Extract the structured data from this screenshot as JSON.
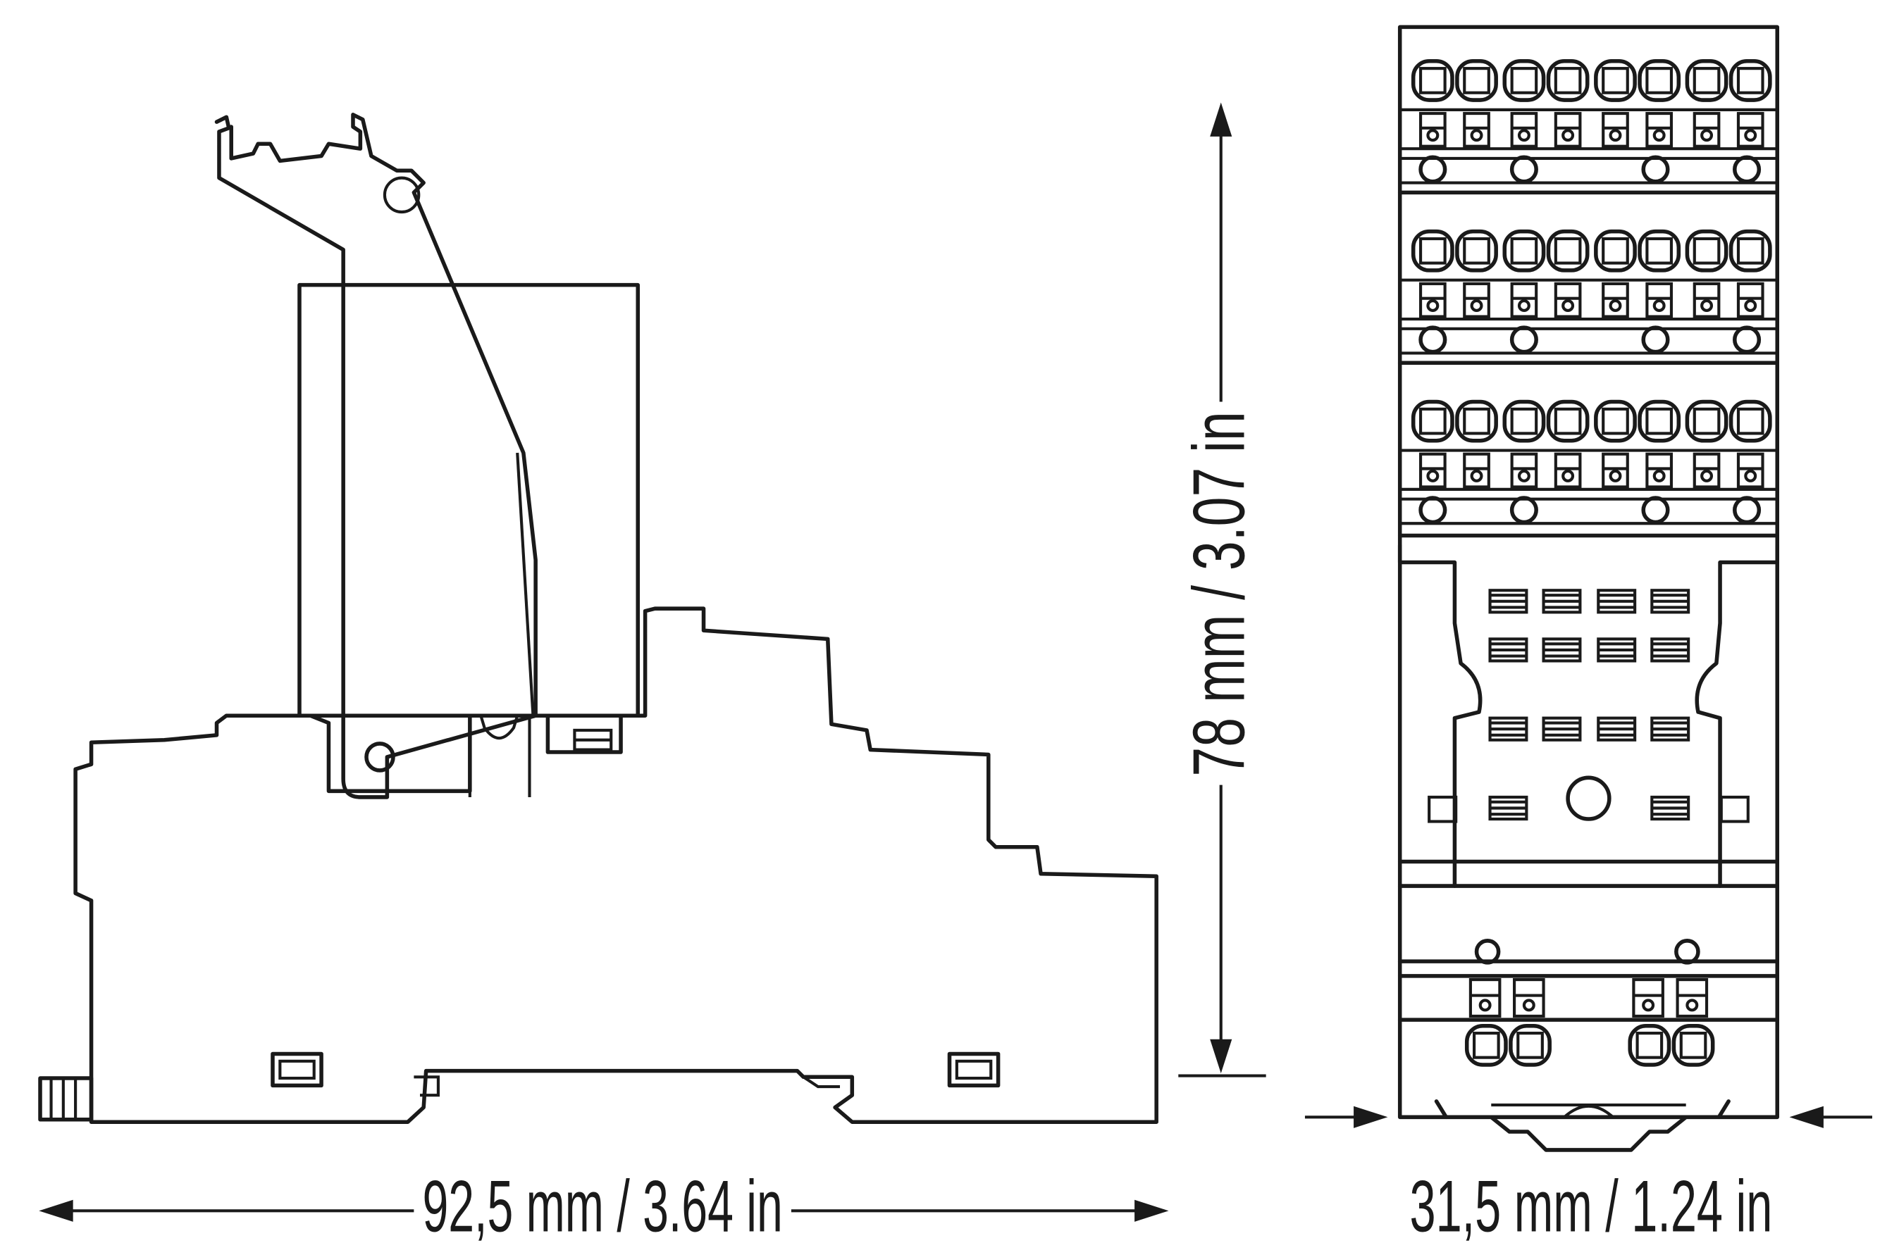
{
  "dimensions": {
    "width_label": "92,5 mm / 3.64 in",
    "height_label": "78 mm / 3.07 in",
    "depth_label": "31,5 mm / 1.24 in"
  },
  "colors": {
    "line": "#1a1a1a",
    "background": "#ffffff"
  }
}
